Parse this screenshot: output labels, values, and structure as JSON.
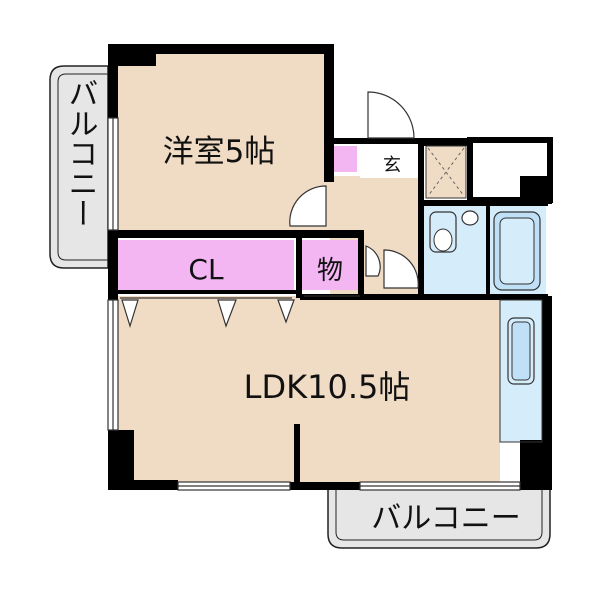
{
  "rooms": {
    "western_room": "洋室5帖",
    "closet": "CL",
    "storage": "物",
    "entrance": "玄",
    "ldk": "LDK10.5帖"
  },
  "balconies": {
    "west": "バルコニー",
    "south": "バルコニー"
  },
  "colors": {
    "room_floor": "#f0dcc4",
    "closet": "#f3b6f3",
    "wet_area": "#d5ecfa",
    "balcony": "#e6e6e6",
    "wall": "#000000"
  }
}
